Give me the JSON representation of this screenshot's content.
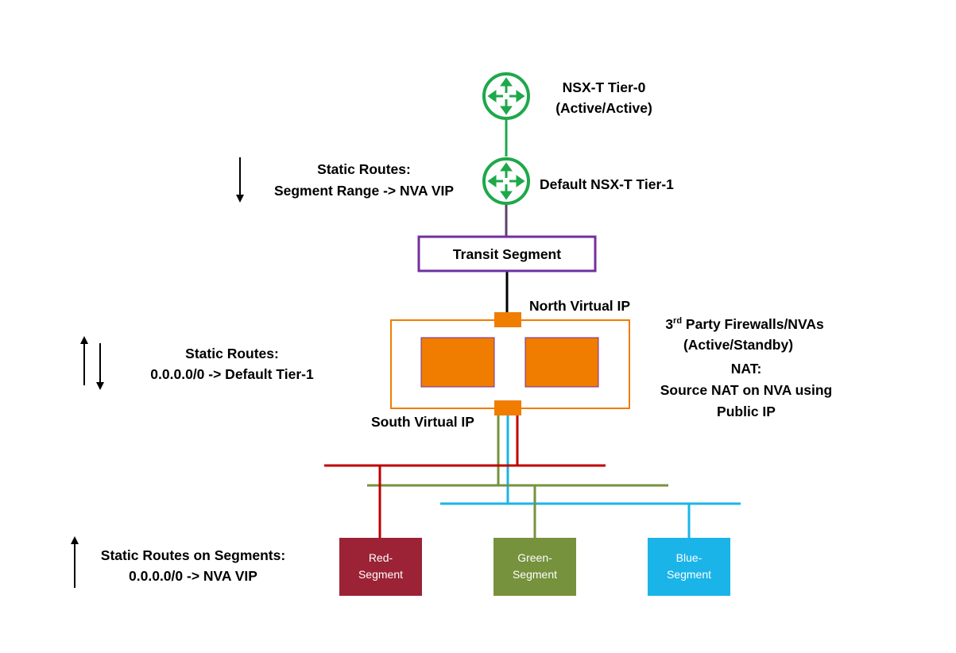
{
  "nodes": {
    "tier0": {
      "title": "NSX-T Tier-0",
      "subtitle": "(Active/Active)"
    },
    "tier1": {
      "label": "Default NSX-T Tier-1"
    },
    "transit": {
      "label": "Transit Segment"
    },
    "north_vip": {
      "label": "North Virtual IP"
    },
    "south_vip": {
      "label": "South Virtual IP"
    },
    "firewalls": {
      "line1_prefix": "3",
      "line1_sup": "rd",
      "line1_rest": " Party Firewalls/NVAs",
      "line2": "(Active/Standby)"
    },
    "nat": {
      "title": "NAT:",
      "line1": "Source NAT on NVA using",
      "line2": "Public IP"
    },
    "segments": [
      {
        "line1": "Red-",
        "line2": "Segment",
        "color": "#9b2335"
      },
      {
        "line1": "Green-",
        "line2": "Segment",
        "color": "#76923c"
      },
      {
        "line1": "Blue-",
        "line2": "Segment",
        "color": "#1bb4e8"
      }
    ]
  },
  "annotations": {
    "top": {
      "line1": "Static Routes:",
      "line2": "Segment Range -> NVA VIP"
    },
    "middle": {
      "line1": "Static Routes:",
      "line2": "0.0.0.0/0 -> Default Tier-1"
    },
    "bottom": {
      "line1": "Static Routes on Segments:",
      "line2": "0.0.0.0/0 -> NVA VIP"
    }
  },
  "colors": {
    "router": "#1ea84a",
    "transit_border": "#7030a0",
    "nva": "#f07c00",
    "red": "#c00000",
    "green": "#76923c",
    "blue": "#1bb4e8"
  }
}
